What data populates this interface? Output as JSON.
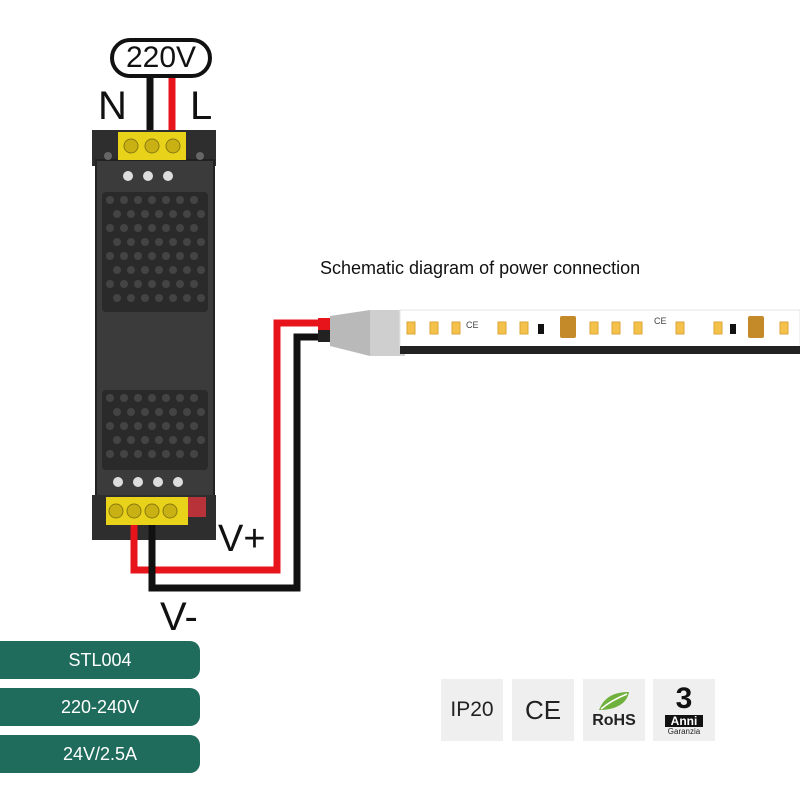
{
  "input_voltage": "220V",
  "terminal_labels": {
    "neutral": "N",
    "live": "L",
    "positive": "V+",
    "negative": "V-"
  },
  "caption": "Schematic diagram of power connection",
  "specs": [
    "STL004",
    "220-240V",
    "24V/2.5A"
  ],
  "badges": {
    "ip": "IP20",
    "ce": "CE",
    "rohs": "RoHS",
    "warranty_years": "3",
    "warranty_word": "Anni",
    "warranty_sub": "Garanzia"
  },
  "icons": [
    "power-supply",
    "led-strip",
    "leaf-icon",
    "ce-mark"
  ],
  "colors": {
    "live_wire": "#e8141c",
    "neutral_wire": "#111111",
    "spec_bg": "#1f6b5c",
    "psu_body": "#3a3a3a",
    "terminal": "#e8d21a"
  }
}
